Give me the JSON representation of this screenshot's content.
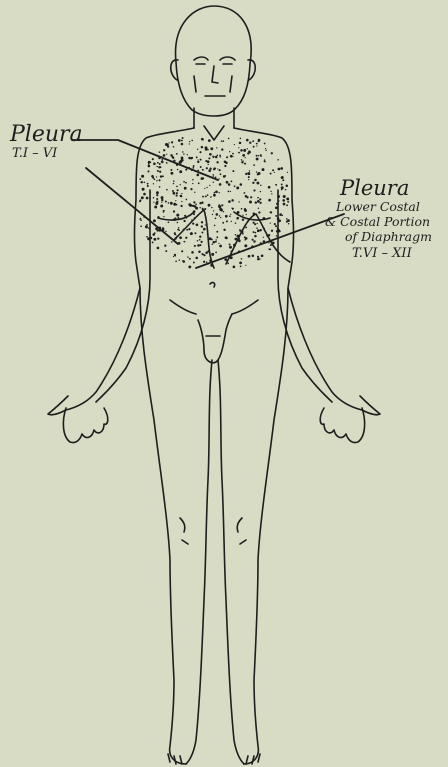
{
  "figure": {
    "left_label": {
      "title": "Pleura",
      "segments": "T.I – VI"
    },
    "right_label": {
      "title": "Pleura",
      "line1": "Lower Costal",
      "line2": "& Costal Portion",
      "line3": "of Diaphragm",
      "segments": "T.VI – XII"
    }
  },
  "colors": {
    "background": "#d9dcc4",
    "ink": "#1e1e1e"
  }
}
